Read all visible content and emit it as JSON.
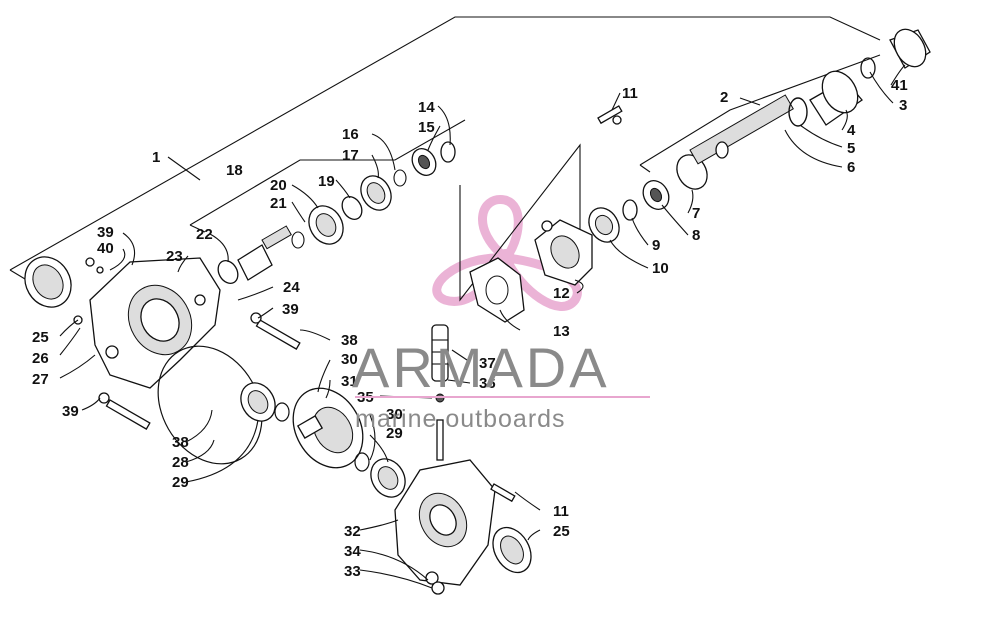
{
  "callouts": [
    {
      "id": "c1",
      "text": "1"
    },
    {
      "id": "c2",
      "text": "2"
    },
    {
      "id": "c3",
      "text": "3"
    },
    {
      "id": "c4",
      "text": "4"
    },
    {
      "id": "c5",
      "text": "5"
    },
    {
      "id": "c6",
      "text": "6"
    },
    {
      "id": "c7",
      "text": "7"
    },
    {
      "id": "c8",
      "text": "8"
    },
    {
      "id": "c9",
      "text": "9"
    },
    {
      "id": "c10",
      "text": "10"
    },
    {
      "id": "c11a",
      "text": "11"
    },
    {
      "id": "c11b",
      "text": "11"
    },
    {
      "id": "c12",
      "text": "12"
    },
    {
      "id": "c13",
      "text": "13"
    },
    {
      "id": "c14",
      "text": "14"
    },
    {
      "id": "c15",
      "text": "15"
    },
    {
      "id": "c16",
      "text": "16"
    },
    {
      "id": "c17",
      "text": "17"
    },
    {
      "id": "c18",
      "text": "18"
    },
    {
      "id": "c19",
      "text": "19"
    },
    {
      "id": "c20",
      "text": "20"
    },
    {
      "id": "c21",
      "text": "21"
    },
    {
      "id": "c22",
      "text": "22"
    },
    {
      "id": "c23",
      "text": "23"
    },
    {
      "id": "c24",
      "text": "24"
    },
    {
      "id": "c25a",
      "text": "25"
    },
    {
      "id": "c25b",
      "text": "25"
    },
    {
      "id": "c26",
      "text": "26"
    },
    {
      "id": "c27",
      "text": "27"
    },
    {
      "id": "c28",
      "text": "28"
    },
    {
      "id": "c29a",
      "text": "29"
    },
    {
      "id": "c29b",
      "text": "29"
    },
    {
      "id": "c30a",
      "text": "30"
    },
    {
      "id": "c30b",
      "text": "30"
    },
    {
      "id": "c31",
      "text": "31"
    },
    {
      "id": "c32",
      "text": "32"
    },
    {
      "id": "c33",
      "text": "33"
    },
    {
      "id": "c34",
      "text": "34"
    },
    {
      "id": "c35",
      "text": "35"
    },
    {
      "id": "c36",
      "text": "36"
    },
    {
      "id": "c37",
      "text": "37"
    },
    {
      "id": "c38a",
      "text": "38"
    },
    {
      "id": "c38b",
      "text": "38"
    },
    {
      "id": "c39a",
      "text": "39"
    },
    {
      "id": "c39b",
      "text": "39"
    },
    {
      "id": "c39c",
      "text": "39"
    },
    {
      "id": "c40",
      "text": "40"
    },
    {
      "id": "c41",
      "text": "41"
    }
  ],
  "watermark": {
    "brand": "ARMADA",
    "tagline": "marine outboards",
    "colors": {
      "propeller": "#e8a6cf",
      "text": "#8a8a8a"
    }
  }
}
